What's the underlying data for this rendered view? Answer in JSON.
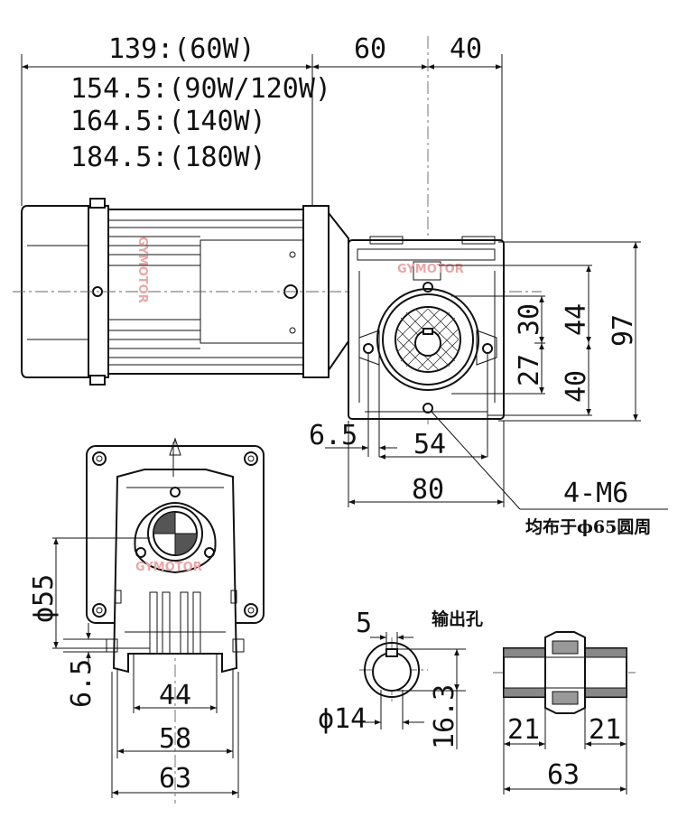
{
  "top_dims": {
    "len_60w": "139:(60W)",
    "len_90_120w": "154.5:(90W/120W)",
    "len_140w": "164.5:(140W)",
    "len_180w": "184.5:(180W)",
    "d60": "60",
    "d40": "40"
  },
  "side_dims": {
    "d30": "30",
    "d44": "44",
    "d97": "97",
    "d27": "27",
    "d40": "40"
  },
  "gearbox_dims": {
    "d6_5": "6.5",
    "d54": "54",
    "d80": "80"
  },
  "mount_note": {
    "thread": "4-M6",
    "pcd": "均布于ϕ65圆周"
  },
  "flange_dims": {
    "dia55": "ϕ55",
    "d6_5": "6.5",
    "d44": "44",
    "d58": "58",
    "d63": "63"
  },
  "bore": {
    "title": "输出孔",
    "key_width": "5",
    "dia14": "ϕ14",
    "d16_3": "16.3"
  },
  "shaft_dims": {
    "d21_left": "21",
    "d21_right": "21",
    "d63": "63"
  },
  "watermark": "GYMOTOR"
}
